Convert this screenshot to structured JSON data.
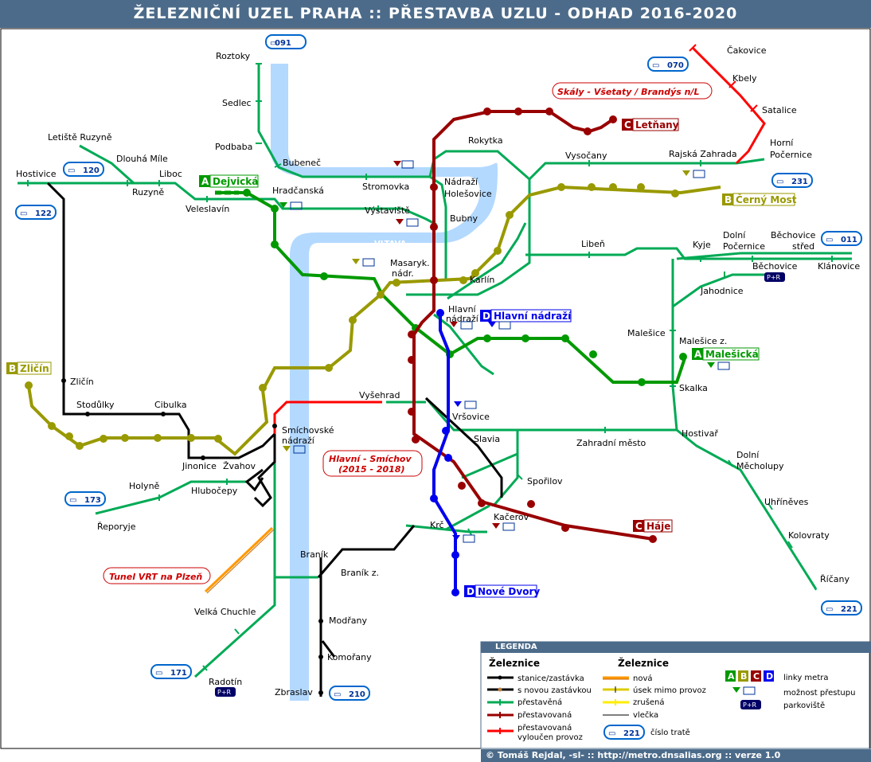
{
  "title": "ŽELEZNIČNÍ UZEL PRAHA :: PŘESTAVBA UZLU - ODHAD 2016-2020",
  "footer": "© Tomáš Rejdal, -sl- :: http://metro.dnsalias.org :: verze 1.0",
  "river": "VLTAVA",
  "route_numbers": {
    "r091": "091",
    "r070": "070",
    "r120": "120",
    "r122": "122",
    "r231": "231",
    "r011": "011",
    "r173": "173",
    "r171": "171",
    "r210": "210",
    "r221": "221"
  },
  "stations": {
    "roztoky": "Roztoky",
    "sedlec": "Sedlec",
    "podbaba": "Podbaba",
    "bubenec": "Bubeneč",
    "letiste": "Letiště Ruzyně",
    "dlouha_mile": "Dlouhá Míle",
    "hostivice": "Hostivice",
    "liboc": "Liboc",
    "ruzyne": "Ruzyně",
    "veleslavin": "Veleslavín",
    "hradcanska": "Hradčanská",
    "stromovka": "Stromovka",
    "nadrazi_holesovice_1": "Nádraží",
    "nadrazi_holesovice_2": "Holešovice",
    "vystaviste": "Výstaviště",
    "bubny": "Bubny",
    "rokytka": "Rokytka",
    "vysocany": "Vysočany",
    "rajska_zahrada": "Rajská Zahrada",
    "horni_pocernice_1": "Horní",
    "horni_pocernice_2": "Počernice",
    "cakovice": "Čakovice",
    "kbely": "Kbely",
    "satalice": "Satalice",
    "liben": "Libeň",
    "kyje": "Kyje",
    "dolni_pocernice_1": "Dolní",
    "dolni_pocernice_2": "Počernice",
    "bechovice_stred_1": "Běchovice",
    "bechovice_stred_2": "střed",
    "bechovice": "Běchovice",
    "klanovice": "Klánovice",
    "jahodnice": "Jahodnice",
    "masaryk_1": "Masaryk.",
    "masaryk_2": "nádr.",
    "karlin": "Karlín",
    "hlavni_1": "Hlavní",
    "hlavni_2": "nádraží",
    "malesice": "Malešice",
    "malesice_z": "Malešice z.",
    "skalka": "Skalka",
    "zlicin": "Zličín",
    "stodulky": "Stodůlky",
    "cibulka": "Cibulka",
    "vysehrad": "Vyšehrad",
    "smichovske_1": "Smíchovské",
    "smichovske_2": "nádraží",
    "vrsovice": "Vršovice",
    "slavia": "Slavia",
    "zahradni_mesto": "Zahradní město",
    "hostivar": "Hostivař",
    "dolni_mecholupy_1": "Dolní",
    "dolni_mecholupy_2": "Měcholupy",
    "jinonice": "Jinonice",
    "zvahov": "Žvahov",
    "holyne": "Holyně",
    "hlubocepy": "Hlubočepy",
    "reporyje": "Řeporyje",
    "sporilov": "Spořilov",
    "kacerov": "Kačerov",
    "krc": "Krč",
    "uhrineves": "Uhříněves",
    "kolovraty": "Kolovraty",
    "ricany": "Říčany",
    "branik": "Braník",
    "branik_z": "Braník z.",
    "velka_chuchle": "Velká Chuchle",
    "modrany": "Modřany",
    "komorany": "Komořany",
    "radotin": "Radotín",
    "zbraslav": "Zbraslav"
  },
  "metro_termini": {
    "dejvicka": {
      "letter": "A",
      "name": "Dejvická"
    },
    "cerny_most": {
      "letter": "B",
      "name": "Černý Most"
    },
    "letnany": {
      "letter": "C",
      "name": "Letňany"
    },
    "hlavni_nadrazi": {
      "letter": "D",
      "name": "Hlavní nádraží"
    },
    "zlicin": {
      "letter": "B",
      "name": "Zličín"
    },
    "malesicka": {
      "letter": "A",
      "name": "Malešická"
    },
    "haje": {
      "letter": "C",
      "name": "Háje"
    },
    "nove_dvory": {
      "letter": "D",
      "name": "Nové Dvory"
    }
  },
  "notes": {
    "skaly": "Skály - Všetaty / Brandýs n/L",
    "hlavni_smichov_1": "Hlavní - Smíchov",
    "hlavni_smichov_2": "(2015 - 2018)",
    "tunel": "Tunel VRT na Plzeň"
  },
  "pr": "P+R",
  "legend": {
    "title": "LEGENDA",
    "col1_heading": "Železnice",
    "col2_heading": "Železnice",
    "stanice": "stanice/zastávka",
    "nova_zastavka": "s novou zastávkou",
    "prestavena": "přestavěná",
    "prestavovana": "přestavovaná",
    "vyloucen_1": "přestavovaná",
    "vyloucen_2": "vyloučen provoz",
    "nova": "nová",
    "mimo_provoz": "úsek mimo provoz",
    "zrusena": "zrušená",
    "vlecka": "vlečka",
    "cislo_trate_num": "221",
    "cislo_trate": "číslo tratě",
    "linky_metra": "linky metra",
    "letters": [
      "A",
      "B",
      "C",
      "D"
    ],
    "prestup": "možnost přestupu",
    "parkoviste": "parkoviště"
  },
  "colors": {
    "metro_a": "#009900",
    "metro_b": "#999900",
    "metro_c": "#990000",
    "metro_d": "#0000ee",
    "rail_green": "#00aa55",
    "rail_black": "#000000",
    "rail_red": "#ff0000",
    "river": "#b3d9ff",
    "route_box": "#0066cc",
    "header": "#4c6b8a"
  }
}
